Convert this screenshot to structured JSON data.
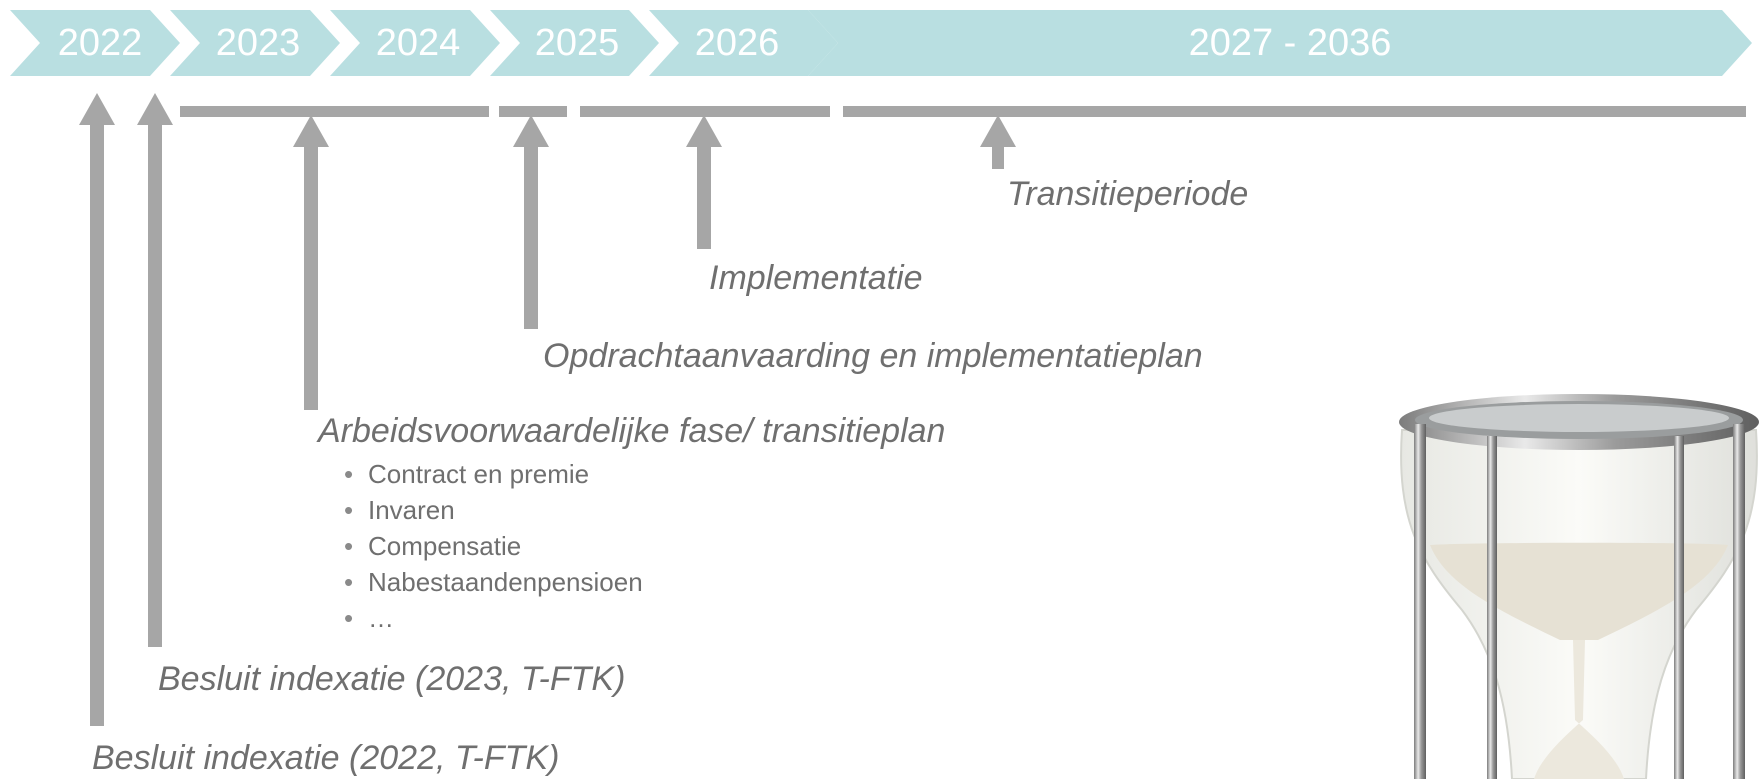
{
  "timeline": {
    "years": [
      "2022",
      "2023",
      "2024",
      "2025",
      "2026",
      "2027 - 2036"
    ],
    "color": "#b9dfe1",
    "label_color": "#ffffff"
  },
  "milestones": {
    "transitieperiode": "Transitieperiode",
    "implementatie": "Implementatie",
    "opdrachtaanvaarding": "Opdrachtaanvaarding en implementatieplan",
    "arbeidsvoorwaardelijk": "Arbeidsvoorwaardelijke fase/ transitieplan",
    "besluit_2023": "Besluit indexatie (2023, T-FTK)",
    "besluit_2022": "Besluit indexatie (2022, T-FTK)"
  },
  "topics": [
    "Contract en premie",
    "Invaren",
    "Compensatie",
    "Nabestaandenpensioen",
    "…"
  ],
  "colors": {
    "arrow": "#a6a6a6",
    "text": "#6f6f6f"
  },
  "image": {
    "icon": "hourglass-icon"
  }
}
